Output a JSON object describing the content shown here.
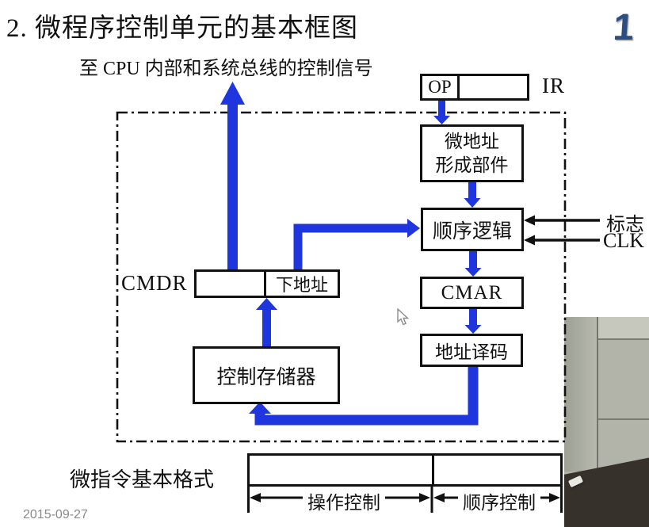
{
  "slide": {
    "title": "2. 微程序控制单元的基本框图",
    "page_marker": "1",
    "date": "2015-09-27"
  },
  "diagram": {
    "top_signal_label": "至 CPU 内部和系统总线的控制信号",
    "ir_register": {
      "op_field": "OP",
      "name": "IR"
    },
    "micro_addr_unit": {
      "line1": "微地址",
      "line2": "形成部件"
    },
    "sequence_logic": "顺序逻辑",
    "cmar": "CMAR",
    "addr_decoder": "地址译码",
    "control_memory": "控制存储器",
    "cmdr_register": {
      "name": "CMDR",
      "next_addr_field": "下地址"
    },
    "flag_input": "标志",
    "clk_input": "CLK"
  },
  "format": {
    "label": "微指令基本格式",
    "op_control": "操作控制",
    "seq_control": "顺序控制"
  },
  "colors": {
    "arrow_blue": "#1f35dd",
    "page_marker_blue": "#2d4e80",
    "date_gray": "#8a8a8a"
  }
}
